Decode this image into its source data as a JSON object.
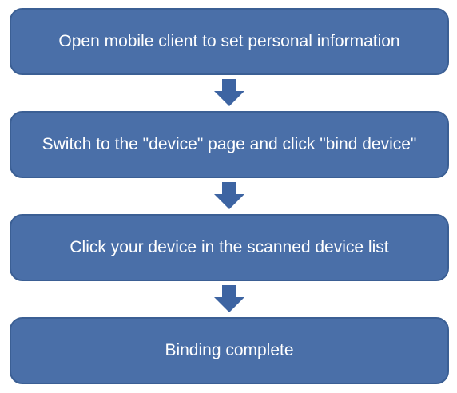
{
  "flowchart": {
    "steps": [
      {
        "label": "Open mobile client to set personal information"
      },
      {
        "label": "Switch to the \"device\" page and click \"bind device\""
      },
      {
        "label": "Click your device in the scanned device list"
      },
      {
        "label": "Binding complete"
      }
    ],
    "colors": {
      "box_fill": "#4a6fa8",
      "box_border": "#3b5f94",
      "text": "#ffffff",
      "arrow": "#3d64a2"
    },
    "arrow_icon": "down-arrow-icon"
  }
}
